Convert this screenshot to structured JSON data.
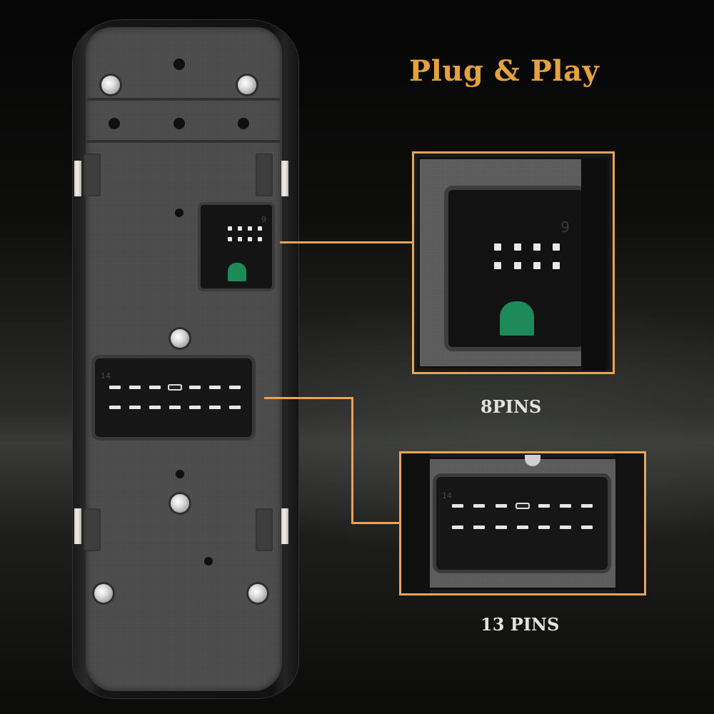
{
  "title": "Plug & Play",
  "callouts": [
    {
      "label": "8PINS",
      "pin_count": 8,
      "connector_marking": "9"
    },
    {
      "label": "13 PINS",
      "pin_count": 13,
      "connector_marking": "14"
    }
  ],
  "colors": {
    "accent_gold": "#e3a23d",
    "frame_orange": "#e6a55a",
    "label_white": "#e4e2df",
    "background": "#0a0a09",
    "connector_key_green": "#1e8a5a"
  }
}
